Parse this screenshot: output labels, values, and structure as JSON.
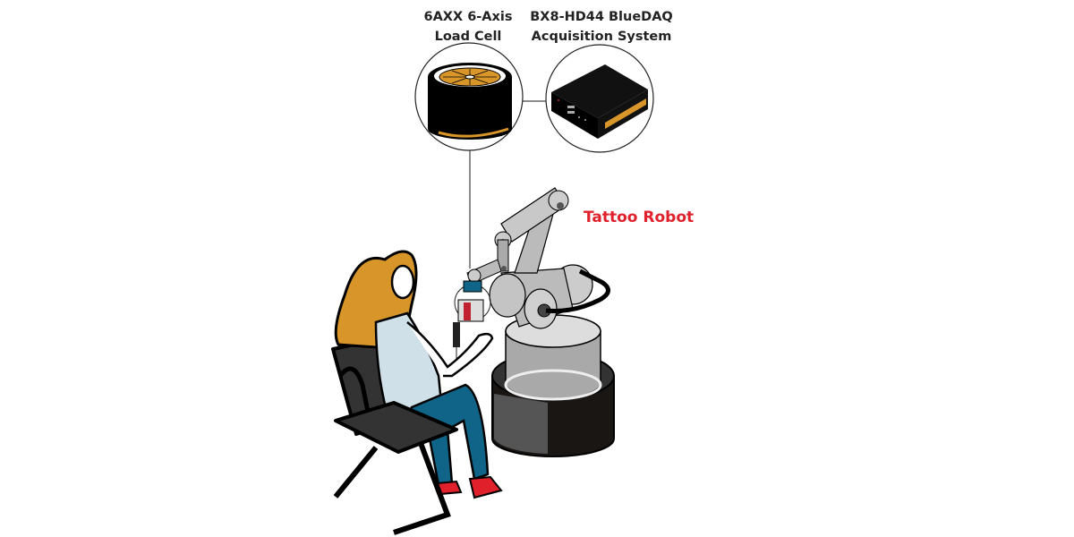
{
  "labels": {
    "load_cell": {
      "line1": "6AXX 6-Axis",
      "line2": "Load Cell"
    },
    "daq": {
      "line1": "BX8-HD44 BlueDAQ",
      "line2": "Acquisition System"
    },
    "robot": "Tattoo Robot"
  },
  "colors": {
    "robot_label": "#e0202a",
    "accent_orange": "#d8962a",
    "jeans": "#0f6488",
    "shirt": "#cfe0e8",
    "shoes": "#e0202a"
  }
}
